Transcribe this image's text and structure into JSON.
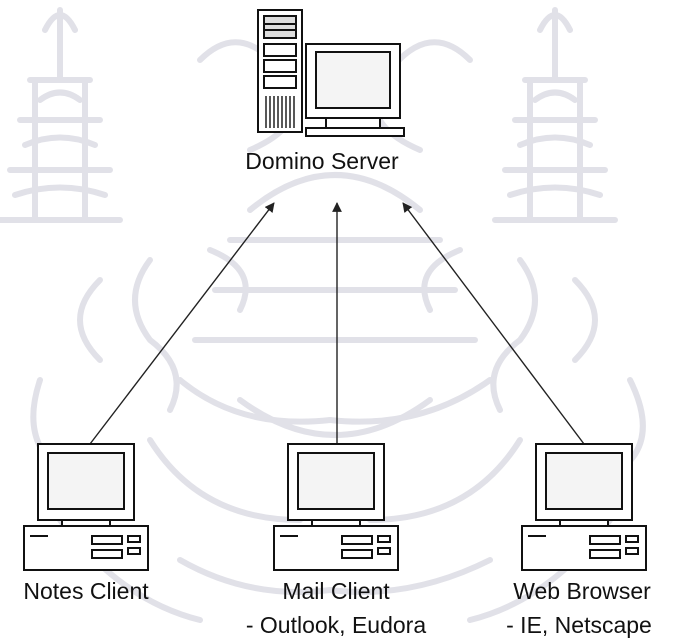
{
  "server": {
    "label": "Domino Server",
    "icon": "server-computer-icon"
  },
  "clients": [
    {
      "label": "Notes Client",
      "sublabel": "",
      "icon": "desktop-computer-icon"
    },
    {
      "label": "Mail Client",
      "sublabel": "- Outlook, Eudora",
      "icon": "desktop-computer-icon"
    },
    {
      "label": "Web Browser",
      "sublabel": "- IE, Netscape",
      "icon": "desktop-computer-icon"
    }
  ],
  "background": "faded watermark emblem (temple and floral ornament)",
  "colors": {
    "line": "#222222",
    "watermark": "#e4e4ea",
    "text": "#111111"
  }
}
